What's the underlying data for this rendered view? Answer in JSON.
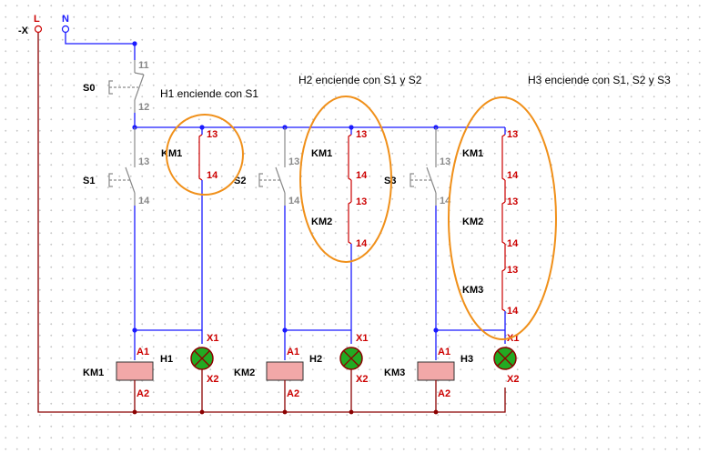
{
  "supply": {
    "terminal_prefix": "-X",
    "line_label": "L",
    "neutral_label": "N"
  },
  "annotations": {
    "h1": "H1 enciende con S1",
    "h2": "H2 enciende con S1 y S2",
    "h3": "H3 enciende con S1, S2 y S3"
  },
  "stop_button": {
    "name": "S0",
    "top_terminal": "11",
    "bottom_terminal": "12"
  },
  "start_buttons": [
    {
      "name": "S1",
      "top_terminal": "13",
      "bottom_terminal": "14"
    },
    {
      "name": "S2",
      "top_terminal": "13",
      "bottom_terminal": "14"
    },
    {
      "name": "S3",
      "top_terminal": "13",
      "bottom_terminal": "14"
    }
  ],
  "contact_groups": [
    {
      "contacts": [
        {
          "name": "KM1",
          "t1": "13",
          "t2": "14"
        }
      ]
    },
    {
      "contacts": [
        {
          "name": "KM1",
          "t1": "13",
          "t2": "14"
        },
        {
          "name": "KM2",
          "t1": "13",
          "t2": "14"
        }
      ]
    },
    {
      "contacts": [
        {
          "name": "KM1",
          "t1": "13",
          "t2": "14"
        },
        {
          "name": "KM2",
          "t1": "13",
          "t2": "14"
        },
        {
          "name": "KM3",
          "t1": "13",
          "t2": "14"
        }
      ]
    }
  ],
  "coils": [
    {
      "name": "KM1",
      "a1": "A1",
      "a2": "A2"
    },
    {
      "name": "KM2",
      "a1": "A1",
      "a2": "A2"
    },
    {
      "name": "KM3",
      "a1": "A1",
      "a2": "A2"
    }
  ],
  "lamps": [
    {
      "name": "H1",
      "x1": "X1",
      "x2": "X2"
    },
    {
      "name": "H2",
      "x1": "X1",
      "x2": "X2"
    },
    {
      "name": "H3",
      "x1": "X1",
      "x2": "X2"
    }
  ],
  "colors": {
    "control_wire": "#1a1aff",
    "return_wire": "#8b0000",
    "terminal_label": "#cc0000",
    "coil_fill": "#f2a8a8",
    "lamp_fill": "#22aa22",
    "highlight_ellipse": "#f0901a"
  }
}
